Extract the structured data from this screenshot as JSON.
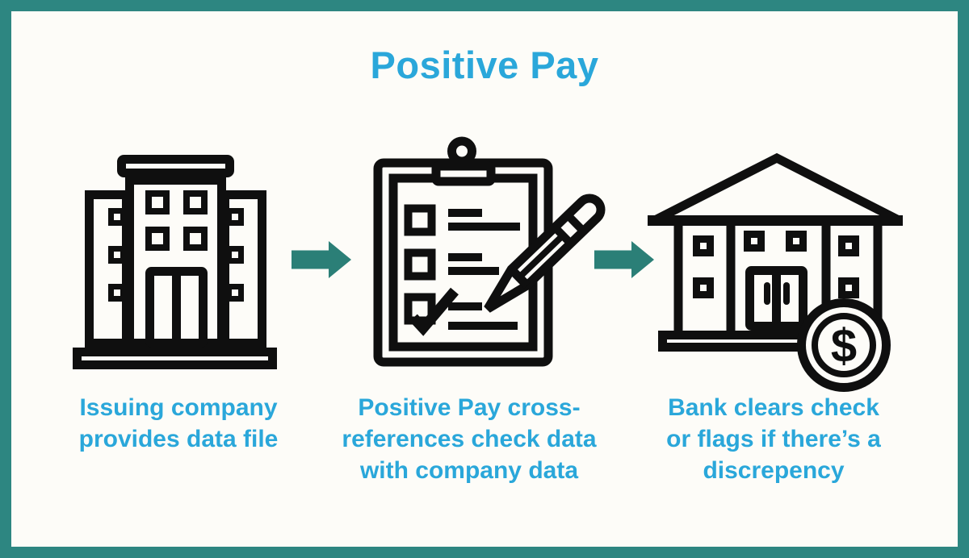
{
  "title": "Positive Pay",
  "steps": [
    {
      "icon": "office-building-icon",
      "caption": "Issuing company provides data file",
      "lines": [
        "Issuing company",
        "provides data file"
      ]
    },
    {
      "icon": "clipboard-checklist-pencil-icon",
      "caption": "Positive Pay cross-references check data with company data",
      "lines": [
        "Positive Pay cross-",
        "references check data",
        "with company data"
      ]
    },
    {
      "icon": "bank-building-dollar-icon",
      "caption": "Bank clears check or flags if there’s a discrepency",
      "lines": [
        "Bank clears check",
        "or flags if there’s a",
        "discrepency"
      ]
    }
  ],
  "coin_symbol": "$",
  "colors": {
    "title_blue": "#2AA7DA",
    "caption_blue": "#2AA7DA",
    "border_teal": "#2D8681",
    "arrow_teal": "#2B7F77",
    "icon_black": "#0F0F0F",
    "background": "#FDFCF8"
  }
}
